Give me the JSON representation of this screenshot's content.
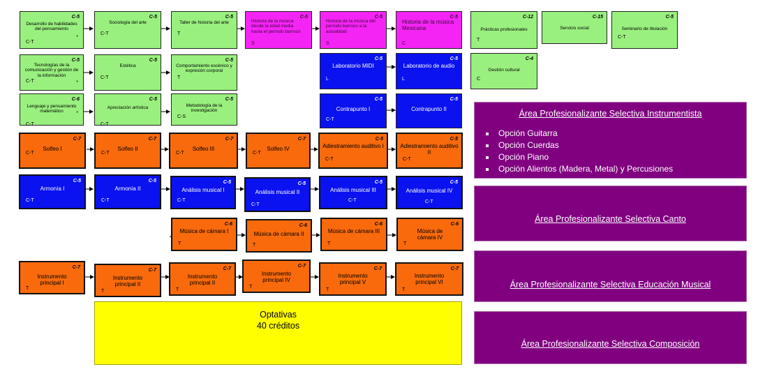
{
  "colors": {
    "green": "#99f07e",
    "magenta": "#f424f4",
    "blue": "#0a12f0",
    "orange": "#f86a0c",
    "purple": "#800080",
    "yellow": "#ffff00"
  },
  "row1": [
    {
      "name": "Desarrollo de habilidades del pensamiento",
      "credits": "C-5",
      "code": "C-T",
      "star": "*"
    },
    {
      "name": "Sociología del arte",
      "credits": "C-5",
      "code": "C-T"
    },
    {
      "name": "Taller de historia del arte",
      "credits": "C-5",
      "code": "T"
    },
    {
      "name": "Historia de la música desde la edad media hasta el período barroco",
      "credits": "C-5",
      "code": "S"
    },
    {
      "name": "Historia de la música del período barroco a la actualidad",
      "credits": "C-5",
      "code": "S"
    },
    {
      "name": "Historia de la música Mexicana",
      "credits": "C-5",
      "code": "C"
    },
    {
      "name": "Prácticas profesionales",
      "credits": "C-12",
      "code": "T"
    },
    {
      "name": "Servicio social",
      "credits": "C-15",
      "code": ""
    },
    {
      "name": "Seminario de titulación",
      "credits": "C-5",
      "code": "C-T"
    }
  ],
  "row2": [
    {
      "name": "Tecnologías de la comunicación y gestión de la información",
      "credits": "C-5",
      "code": "C-T",
      "star": "*"
    },
    {
      "name": "Estética",
      "credits": "C-5",
      "code": "C-T"
    },
    {
      "name": "Comportamiento escénico y expresión corporal",
      "credits": "C-5",
      "code": "T"
    },
    {
      "name": "Laboratorio MIDI",
      "credits": "C-5",
      "code": "L"
    },
    {
      "name": "Laboratorio de audio",
      "credits": "C-5",
      "code": "L"
    },
    {
      "name": "Gestión cultural",
      "credits": "C-4",
      "code": "C"
    }
  ],
  "row3": [
    {
      "name": "Lenguaje y pensamiento matemático",
      "credits": "C-6",
      "code": "C-T",
      "star": "*"
    },
    {
      "name": "Apreciación artística",
      "credits": "C-5",
      "code": "C-T"
    },
    {
      "name": "Metodología de la investigación",
      "credits": "C-5",
      "code": "C-S"
    },
    {
      "name": "Contrapunto I",
      "credits": "C-5",
      "code": "C-T"
    },
    {
      "name": "Contrapunto II",
      "credits": "C-5",
      "code": ""
    }
  ],
  "row4": [
    {
      "name": "Solfeo I",
      "credits": "C-7",
      "code": "C-T"
    },
    {
      "name": "Solfeo II",
      "credits": "C-7",
      "code": "C-T"
    },
    {
      "name": "Solfeo  III",
      "credits": "C-7",
      "code": "C-T"
    },
    {
      "name": "Solfeo IV",
      "credits": "C-7",
      "code": "C-T"
    },
    {
      "name": "Adiestramiento auditivo I",
      "credits": "C-5",
      "code": "C-T"
    },
    {
      "name": "Adiestramiento auditivo  II",
      "credits": "C-5",
      "code": "C-T"
    }
  ],
  "row5": [
    {
      "name": "Armonía I",
      "credits": "C-5",
      "code": "C-T"
    },
    {
      "name": "Armonía II",
      "credits": "C-5",
      "code": "C-T"
    },
    {
      "name": "Análisis musical I",
      "credits": "C-5",
      "code": "C-T"
    },
    {
      "name": "Análisis musical II",
      "credits": "C-5",
      "code": "C-T"
    },
    {
      "name": "Análisis musical III",
      "credits": "C-5",
      "code": "C-T"
    },
    {
      "name": "Análisis musical IV",
      "credits": "C-5",
      "code": "C-T"
    }
  ],
  "row6": [
    {
      "name": "Música de cámara I",
      "credits": "C-6",
      "code": "T"
    },
    {
      "name": "Música de cámara II",
      "credits": "C-6",
      "code": "T"
    },
    {
      "name": "Música de cámara III",
      "credits": "C-6",
      "code": "T"
    },
    {
      "name": "Música de cámara IV",
      "credits": "C-6",
      "code": "T"
    }
  ],
  "row7": [
    {
      "name": "Instrumento principal  I",
      "credits": "C-7",
      "code": "T"
    },
    {
      "name": "Instrumento principal II",
      "credits": "C-7",
      "code": "T"
    },
    {
      "name": "Instrumento principal II",
      "credits": "C-7",
      "code": "T"
    },
    {
      "name": "Instrumento principal IV",
      "credits": "C-7",
      "code": "T"
    },
    {
      "name": "Instrumento principal V",
      "credits": "C-7",
      "code": "T"
    },
    {
      "name": "Instrumento principal  VI",
      "credits": "C-7",
      "code": "T"
    }
  ],
  "optativas": {
    "line1": "Optativas",
    "line2": "40 créditos"
  },
  "areas": [
    {
      "title": "Área Profesionalizante Selectiva Instrumentista",
      "options": [
        "Opción Guitarra",
        "Opción Cuerdas",
        "Opción Piano",
        "Opción Alientos (Madera, Metal) y Percusiones"
      ]
    },
    {
      "title": "Área Profesionalizante Selectiva Canto"
    },
    {
      "title": "Área Profesionalizante Selectiva Educación Musical"
    },
    {
      "title": "Área Profesionalizante Selectiva Composición"
    }
  ]
}
